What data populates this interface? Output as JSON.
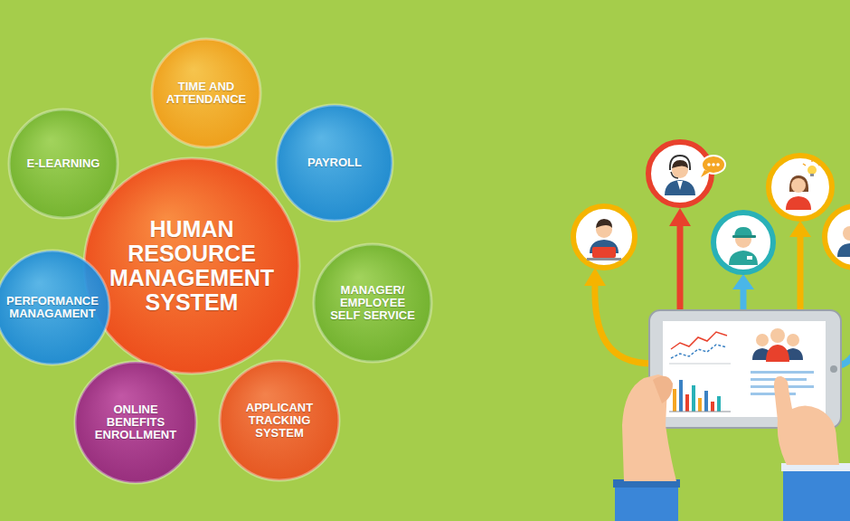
{
  "diagram": {
    "nodes": [
      {
        "text": [
          "TIME AND ATTENDANCE"
        ]
      },
      {
        "text": [
          "E-LEARNING"
        ]
      },
      {
        "text": [
          "PAYROLL"
        ]
      },
      {
        "text": [
          "HUMAN RESOURCE MANAGEMENT SYSTEM"
        ]
      },
      {
        "text": [
          "PERFORMANCE MANAGAMENT"
        ]
      },
      {
        "text": [
          "MANAGER/ EMPLOYEE SELF SERVICE"
        ]
      },
      {
        "text": [
          "ONLINE BENEFITS ENROLLMENT"
        ]
      },
      {
        "text": [
          "APPLICANT TRACKING SYSTEM"
        ]
      }
    ]
  }
}
